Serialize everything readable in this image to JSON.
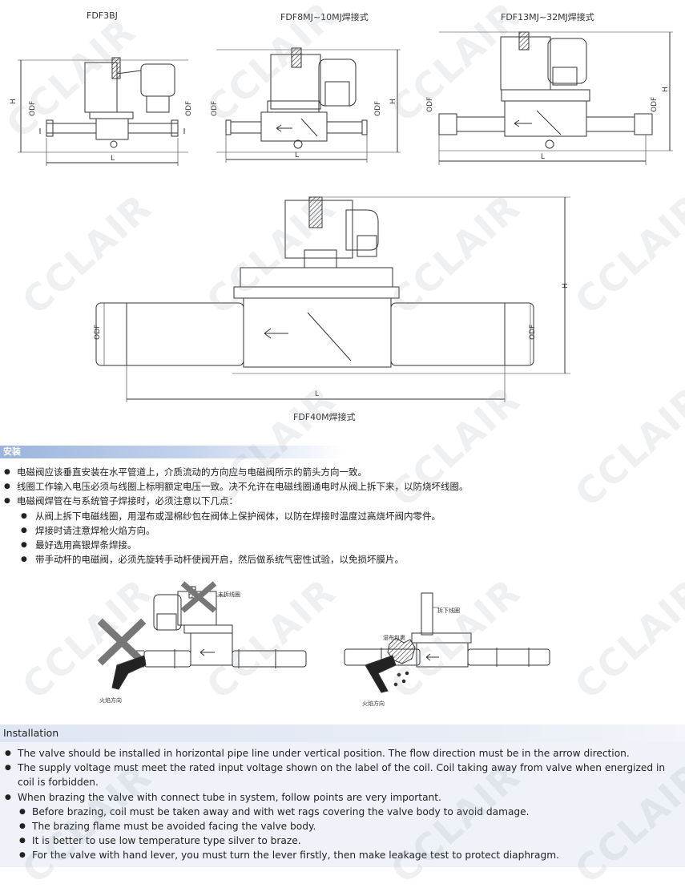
{
  "figures": {
    "fdf3bj": "FDF3BJ",
    "fdf8mj": "FDF8MJ~10MJ焊接式",
    "fdf13mj": "FDF13MJ~32MJ焊接式",
    "fdf40m": "FDF40M焊接式"
  },
  "dims": {
    "h": "H",
    "odf": "ODF",
    "l": "L"
  },
  "watermark": "CCLAIR",
  "install_cn": {
    "title": "安装",
    "items": [
      "电磁阀应该垂直安装在水平管道上，介质流动的方向应与电磁阀所示的箭头方向一致。",
      "线圈工作输入电压必须与线圈上标明额定电压一致。决不允许在电磁线圈通电时从阀上拆下来，以防烧坏线圈。",
      "电磁阀焊管在与系统管子焊接时，必须注意以下几点：",
      "从阀上拆下电磁线圈，用湿布或湿棉纱包在阀体上保护阀体，以防在焊接时温度过高烧坏阀内零件。",
      "焊接时请注意焊枪火焰方向。",
      "最好选用高银焊条焊接。",
      "带手动杆的电磁阀，必须先旋转手动杆使阀开启，然后做系统气密性试验，以免损坏膜片。"
    ]
  },
  "brazing_diagram": {
    "left_note": "未拆线圈",
    "left_flame": "火焰方向",
    "right_note": "拆下线圈",
    "right_rag": "湿布包裹",
    "right_flame": "火焰方向"
  },
  "install_en": {
    "title": "Installation",
    "items": [
      "The valve should be installed in horizontal pipe line under vertical position. The flow direction must be in the arrow direction.",
      "The supply voltage must meet the rated input voltage shown on the label of the coil. Coil taking away from valve when energized in coil is forbidden.",
      "When brazing the valve with connect tube in system, follow points are very important.",
      "Before brazing, coil must be taken away and with wet rags covering the valve body to avoid damage.",
      "The brazing flame must be avoided facing the valve body.",
      "It is better to use low temperature type silver to braze.",
      "For the valve with hand lever, you must turn the lever firstly, then make leakage test to protect diaphragm."
    ]
  },
  "colors": {
    "cn_bar": "#9bb4dd",
    "en_bar": "#dfe6f3",
    "line": "#333333"
  }
}
